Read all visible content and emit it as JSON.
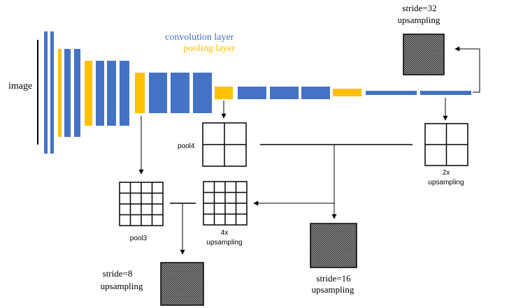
{
  "legend": {
    "conv_label": "convolution layer",
    "pool_label": "pooling layer"
  },
  "labels": {
    "image": "image",
    "pool4": "pool4",
    "pool3": "pool3",
    "up2x_line1": "2x",
    "up2x_line2": "upsampling",
    "up4x_line1": "4x",
    "up4x_line2": "upsampling",
    "stride32_line1": "stride=32",
    "stride32_line2": "upsampling",
    "stride16_line1": "stride=16",
    "stride16_line2": "upsampling",
    "stride8_line1": "stride=8",
    "stride8_line2": "upsampling"
  },
  "colors": {
    "conv": "#4472c4",
    "pool": "#ffc000",
    "line": "#000000"
  }
}
